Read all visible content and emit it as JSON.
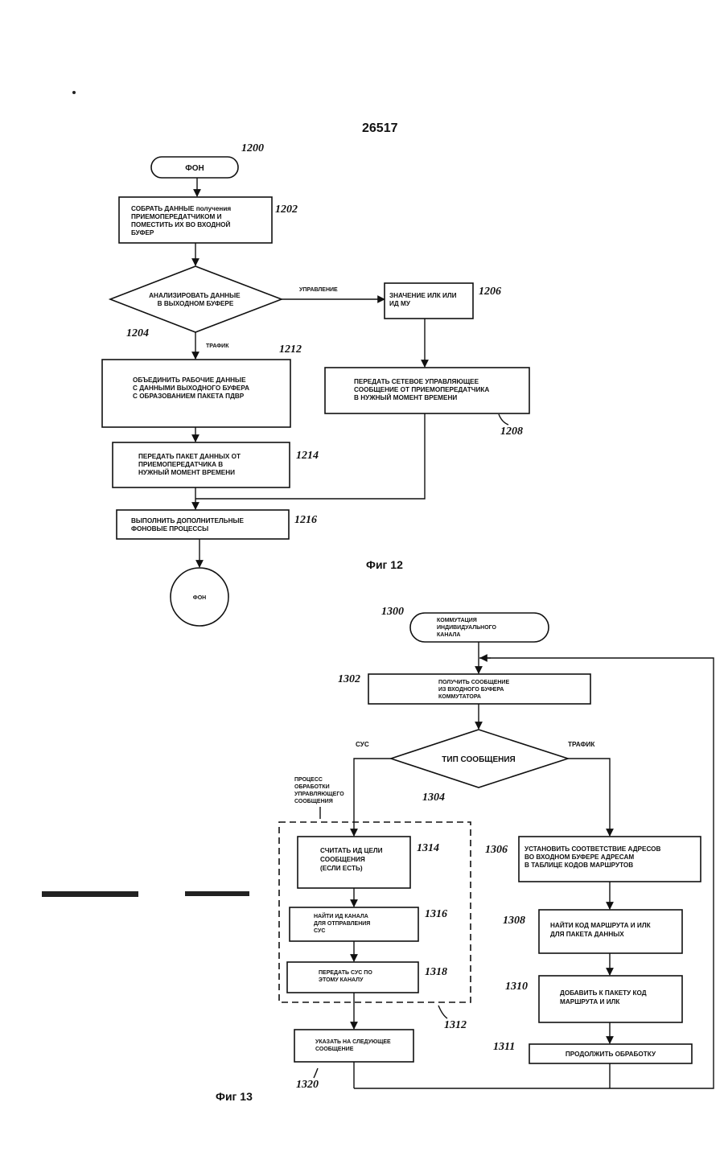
{
  "page_number": "26517",
  "fig12": {
    "caption": "Фиг 12",
    "start": {
      "label": "ФОН",
      "ref": "1200"
    },
    "box_1202": {
      "lines": [
        "СОБРАТЬ ДАННЫЕ получения",
        "ПРИЕМОПЕРЕДАТЧИКОМ И",
        "ПОМЕСТИТЬ ИХ ВО ВХОДНОЙ",
        "БУФЕР"
      ],
      "ref": "1202"
    },
    "decision_1204": {
      "lines": [
        "АНАЛИЗИРОВАТЬ ДАННЫЕ",
        "В ВЫХОДНОМ БУФЕРЕ"
      ],
      "ref": "1204"
    },
    "branch_control": "УПРАВЛЕНИЕ",
    "branch_traffic": "ТРАФИК",
    "box_1206": {
      "lines": [
        "ЗНАЧЕНИЕ ИЛК ИЛИ",
        "ИД МУ"
      ],
      "ref": "1206"
    },
    "box_1208": {
      "lines": [
        "ПЕРЕДАТЬ СЕТЕВОЕ УПРАВЛЯЮЩЕЕ",
        "СООБЩЕНИЕ ОТ ПРИЕМОПЕРЕДАТЧИКА",
        "В НУЖНЫЙ МОМЕНТ ВРЕМЕНИ"
      ],
      "ref": "1208"
    },
    "box_1212": {
      "lines": [
        "ОБЪЕДИНИТЬ РАБОЧИЕ ДАННЫЕ",
        "С ДАННЫМИ ВЫХОДНОГО БУФЕРА",
        "С ОБРАЗОВАНИЕМ ПАКЕТА ПДВР"
      ],
      "ref": "1212"
    },
    "box_1214": {
      "lines": [
        "ПЕРЕДАТЬ ПАКЕТ ДАННЫХ ОТ",
        "ПРИЕМОПЕРЕДАТЧИКА В",
        "НУЖНЫЙ МОМЕНТ ВРЕМЕНИ"
      ],
      "ref": "1214"
    },
    "box_1216": {
      "lines": [
        "ВЫПОЛНИТЬ ДОПОЛНИТЕЛЬНЫЕ",
        "ФОНОВЫЕ ПРОЦЕССЫ"
      ],
      "ref": "1216"
    },
    "end": {
      "label": "ФОН"
    }
  },
  "fig13": {
    "caption": "Фиг 13",
    "start": {
      "lines": [
        "КОММУТАЦИЯ",
        "ИНДИВИДУАЛЬНОГО",
        "КАНАЛА"
      ],
      "ref": "1300"
    },
    "box_1302": {
      "lines": [
        "ПОЛУЧИТЬ СООБЩЕНИЕ",
        "ИЗ ВХОДНОГО БУФЕРА",
        "КОММУТАТОРА"
      ],
      "ref": "1302"
    },
    "decision_1304": {
      "label": "ТИП СООБЩЕНИЯ",
      "ref": "1304"
    },
    "branch_sus": "СУС",
    "branch_traffic": "ТРАФИК",
    "group_1312": {
      "lines": [
        "ПРОЦЕСС",
        "ОБРАБОТКИ",
        "УПРАВЛЯЮЩЕГО",
        "СООБЩЕНИЯ"
      ],
      "ref": "1312"
    },
    "box_1314": {
      "lines": [
        "СЧИТАТЬ ИД ЦЕЛИ",
        "СООБЩЕНИЯ",
        "(ЕСЛИ ЕСТЬ)"
      ],
      "ref": "1314"
    },
    "box_1316": {
      "lines": [
        "НАЙТИ ИД КАНАЛА",
        "ДЛЯ ОТПРАВЛЕНИЯ",
        "СУС"
      ],
      "ref": "1316"
    },
    "box_1318": {
      "lines": [
        "ПЕРЕДАТЬ СУС ПО",
        "ЭТОМУ КАНАЛУ"
      ],
      "ref": "1318"
    },
    "box_1320": {
      "lines": [
        "УКАЗАТЬ НА СЛЕДУЮЩЕЕ",
        "СООБЩЕНИЕ"
      ],
      "ref": "1320"
    },
    "box_1306": {
      "lines": [
        "УСТАНОВИТЬ СООТВЕТСТВИЕ АДРЕСОВ",
        "ВО ВХОДНОМ БУФЕРЕ АДРЕСАМ",
        "В ТАБЛИЦЕ КОДОВ МАРШРУТОВ"
      ],
      "ref": "1306"
    },
    "box_1308": {
      "lines": [
        "НАЙТИ КОД МАРШРУТА И ИЛК",
        "ДЛЯ ПАКЕТА ДАННЫХ"
      ],
      "ref": "1308"
    },
    "box_1310": {
      "lines": [
        "ДОБАВИТЬ К ПАКЕТУ КОД",
        "МАРШРУТА И ИЛК"
      ],
      "ref": "1310"
    },
    "box_1311": {
      "lines": [
        "ПРОДОЛЖИТЬ ОБРАБОТКУ"
      ],
      "ref": "1311"
    }
  }
}
